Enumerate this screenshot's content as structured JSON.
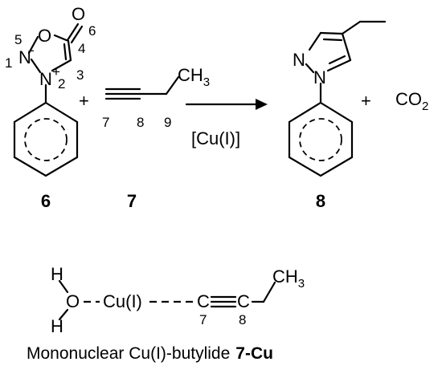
{
  "scheme": {
    "reactant_6": {
      "atoms": {
        "O1": "O",
        "O2": "O",
        "N1": "N",
        "N2": "N"
      },
      "charges": {
        "N_plus": "+",
        "N_minus": "-"
      },
      "locants": [
        "1",
        "2",
        "3",
        "4",
        "5",
        "6"
      ],
      "label": "6"
    },
    "plus_1": "+",
    "reactant_7": {
      "ch3": {
        "main": "CH",
        "sub": "3"
      },
      "locants": [
        "7",
        "8",
        "9"
      ],
      "label": "7"
    },
    "catalyst": "[Cu(I)]",
    "product_8": {
      "atoms": {
        "N1": "N",
        "N2": "N"
      },
      "label": "8"
    },
    "plus_2": "+",
    "co2": {
      "main": "CO",
      "sub": "2"
    }
  },
  "intermediate": {
    "h_top": "H",
    "o": "O",
    "h_bottom": "H",
    "cu": "Cu(I)",
    "c7": "C",
    "c8": "C",
    "ch3": {
      "main": "CH",
      "sub": "3"
    },
    "locant_7": "7",
    "locant_8": "8"
  },
  "caption": {
    "text": "Mononuclear Cu(I)-butylide",
    "label": "7-Cu"
  }
}
